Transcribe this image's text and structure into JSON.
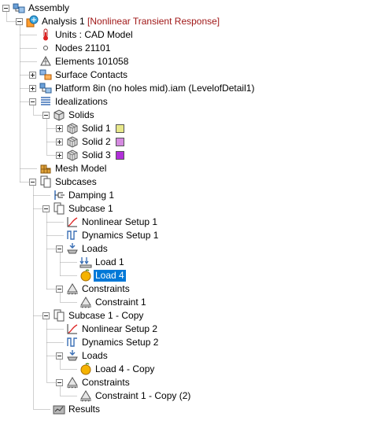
{
  "tree": [
    {
      "label": "Assembly",
      "icon": "assembly-icon",
      "expander": "open"
    },
    {
      "label": "Analysis 1",
      "suffix": "[Nonlinear Transient Response]",
      "icon": "analysis-icon",
      "expander": "open"
    },
    {
      "label": "Units : CAD Model",
      "icon": "thermometer-icon"
    },
    {
      "label": "Nodes 21101",
      "icon": "node-icon"
    },
    {
      "label": "Elements 101058",
      "icon": "elements-icon"
    },
    {
      "label": "Surface Contacts",
      "icon": "surface-contacts-icon",
      "expander": "closed"
    },
    {
      "label": "Platform 8in (no holes mid).iam (LevelofDetail1)",
      "icon": "assembly-file-icon",
      "expander": "closed"
    },
    {
      "label": "Idealizations",
      "icon": "idealizations-icon",
      "expander": "open"
    },
    {
      "label": "Solids",
      "icon": "solids-icon",
      "expander": "open"
    },
    {
      "label": "Solid 1",
      "icon": "solid-cube-icon",
      "expander": "closed",
      "swatch": "#e8e88a"
    },
    {
      "label": "Solid 2",
      "icon": "solid-cube-icon",
      "expander": "closed",
      "swatch": "#d58ae0"
    },
    {
      "label": "Solid 3",
      "icon": "solid-cube-icon",
      "expander": "closed",
      "swatch": "#b12fd9"
    },
    {
      "label": "Mesh Model",
      "icon": "mesh-icon"
    },
    {
      "label": "Subcases",
      "icon": "subcases-icon",
      "expander": "open"
    },
    {
      "label": "Damping 1",
      "icon": "damping-icon"
    },
    {
      "label": "Subcase 1",
      "icon": "subcase-icon",
      "expander": "open"
    },
    {
      "label": "Nonlinear Setup 1",
      "icon": "nonlinear-setup-icon"
    },
    {
      "label": "Dynamics Setup 1",
      "icon": "dynamics-setup-icon"
    },
    {
      "label": "Loads",
      "icon": "loads-icon",
      "expander": "open"
    },
    {
      "label": "Load 1",
      "icon": "load-icon"
    },
    {
      "label": "Load 4",
      "icon": "gravity-load-icon",
      "selected": true
    },
    {
      "label": "Constraints",
      "icon": "constraints-icon",
      "expander": "open"
    },
    {
      "label": "Constraint 1",
      "icon": "constraint-icon"
    },
    {
      "label": "Subcase 1 - Copy",
      "icon": "subcase-icon",
      "expander": "open"
    },
    {
      "label": "Nonlinear Setup 2",
      "icon": "nonlinear-setup-icon"
    },
    {
      "label": "Dynamics Setup 2",
      "icon": "dynamics-setup-icon"
    },
    {
      "label": "Loads",
      "icon": "loads-icon",
      "expander": "open"
    },
    {
      "label": "Load 4 - Copy",
      "icon": "gravity-load-icon"
    },
    {
      "label": "Constraints",
      "icon": "constraints-icon",
      "expander": "open"
    },
    {
      "label": "Constraint 1 - Copy (2)",
      "icon": "constraint-icon"
    },
    {
      "label": "Results",
      "icon": "results-icon"
    }
  ],
  "colors": {
    "selection": "#0078d7",
    "suffix": "#a01818",
    "tree_lines": "#a0a0a0"
  }
}
